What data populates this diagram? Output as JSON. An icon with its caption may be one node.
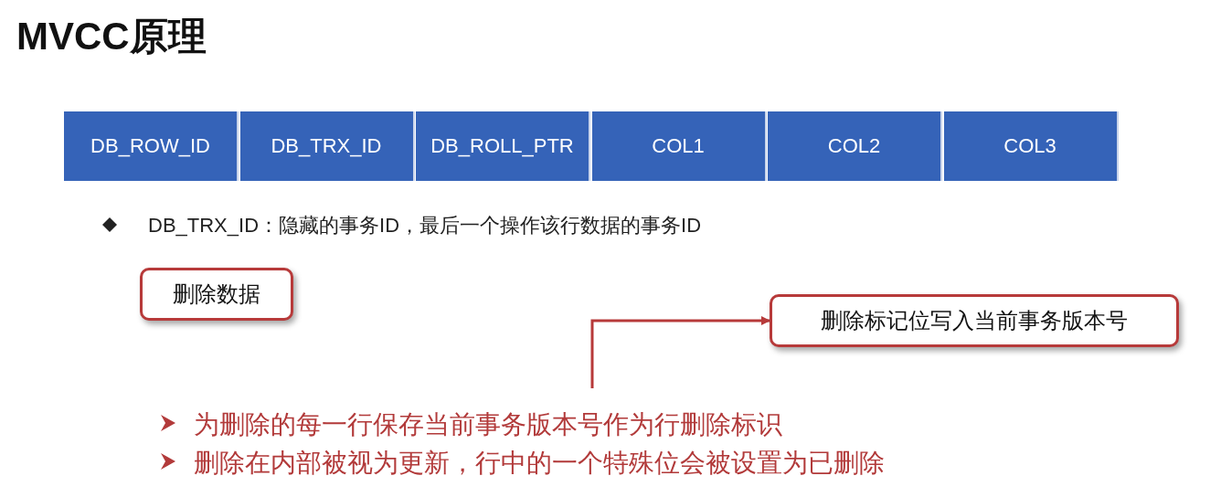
{
  "diagram": {
    "title": "MVCC原理",
    "nodes": [
      {
        "text": [
          "删除数据"
        ]
      },
      {
        "text": [
          "删除标记位写入当前事务版本号"
        ]
      }
    ],
    "edges": [
      {
        "from": null,
        "to": 1,
        "arrow": "to"
      }
    ],
    "labels": [
      "DB_ROW_ID",
      "DB_TRX_ID",
      "DB_ROLL_PTR",
      "COL1",
      "COL2",
      "COL3",
      "DB_TRX_ID：隐藏的事务ID，最后一个操作该行数据的事务ID",
      "为删除的每一行保存当前事务版本号作为行删除标识",
      "删除在内部被视为更新，行中的一个特殊位会被设置为已删除"
    ]
  }
}
